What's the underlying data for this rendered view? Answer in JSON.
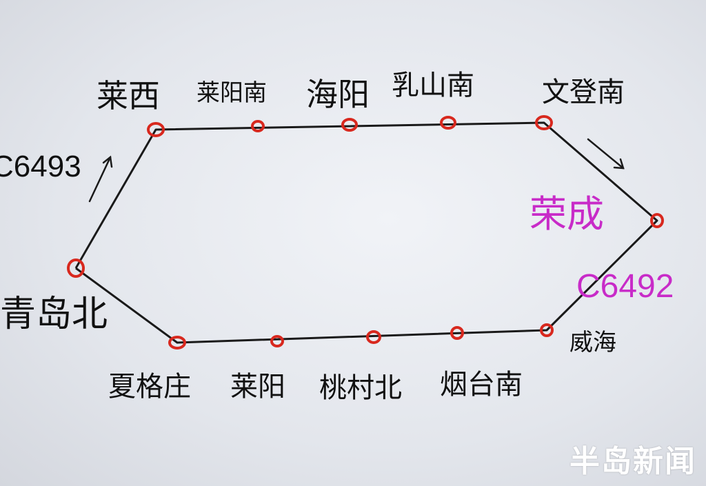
{
  "stations": {
    "qingdao_bei": "青岛北",
    "laixi": "莱西",
    "laiyang_nan": "莱阳南",
    "haiyang": "海阳",
    "rushan_nan": "乳山南",
    "wendeng_nan": "文登南",
    "rongcheng": "荣成",
    "weihai": "威海",
    "yantai_nan": "烟台南",
    "taocun_bei": "桃村北",
    "laiyang": "莱阳",
    "xiagezhuang": "夏格庄"
  },
  "trains": {
    "northbound": "C6493",
    "southbound": "C6492"
  },
  "watermark": "半岛新闻",
  "colors": {
    "line": "#1a1a1a",
    "station_marker": "#d8281e",
    "highlight": "#c82bc8"
  }
}
